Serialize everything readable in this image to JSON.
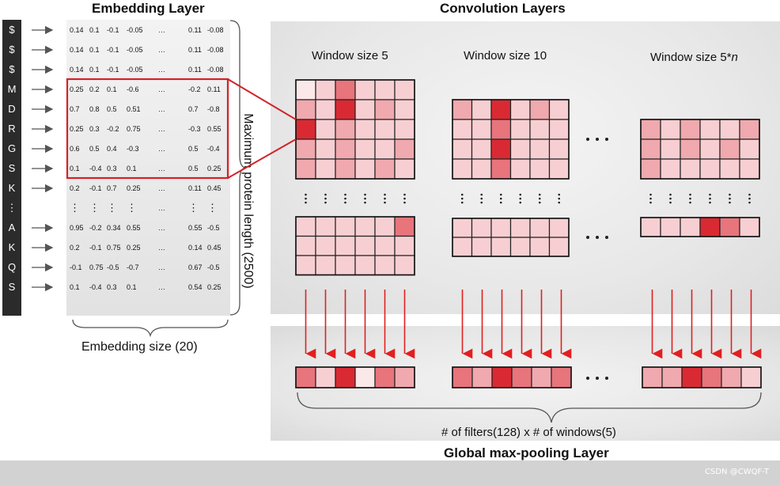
{
  "titles": {
    "embedding": "Embedding Layer",
    "convolution": "Convolution Layers",
    "pooling": "Global max-pooling Layer"
  },
  "tokens": [
    "$",
    "$",
    "$",
    "M",
    "D",
    "R",
    "G",
    "S",
    "K",
    "⋮",
    "A",
    "K",
    "Q",
    "S"
  ],
  "embedding_rows": [
    [
      "0.14",
      "0.1",
      "-0.1",
      "-0.05",
      "…",
      "0.11",
      "-0.08"
    ],
    [
      "0.14",
      "0.1",
      "-0.1",
      "-0.05",
      "…",
      "0.11",
      "-0.08"
    ],
    [
      "0.14",
      "0.1",
      "-0.1",
      "-0.05",
      "…",
      "0.11",
      "-0.08"
    ],
    [
      "0.25",
      "0.2",
      "0.1",
      "-0.6",
      "…",
      "-0.2",
      "0.11"
    ],
    [
      "0.7",
      "0.8",
      "0.5",
      "0.51",
      "…",
      "0.7",
      "-0.8"
    ],
    [
      "0.25",
      "0.3",
      "-0.2",
      "0.75",
      "…",
      "-0.3",
      "0.55"
    ],
    [
      "0.6",
      "0.5",
      "0.4",
      "-0.3",
      "…",
      "0.5",
      "-0.4"
    ],
    [
      "0.1",
      "-0.4",
      "0.3",
      "0.1",
      "…",
      "0.5",
      "0.25"
    ],
    [
      "0.2",
      "-0.1",
      "0.7",
      "0.25",
      "…",
      "0.11",
      "0.45"
    ],
    [
      "⋮",
      "⋮",
      "⋮",
      "⋮",
      "…",
      "⋮",
      "⋮"
    ],
    [
      "0.95",
      "-0.2",
      "0.34",
      "0.55",
      "…",
      "0.55",
      "-0.5"
    ],
    [
      "0.2",
      "-0.1",
      "0.75",
      "0.25",
      "…",
      "0.14",
      "0.45"
    ],
    [
      "-0.1",
      "0.75",
      "-0.5",
      "-0.7",
      "…",
      "0.67",
      "-0.5"
    ],
    [
      "0.1",
      "-0.4",
      "0.3",
      "0.1",
      "…",
      "0.54",
      "0.25"
    ]
  ],
  "labels": {
    "embedding_size": "Embedding size (20)",
    "max_length": "Maximum protein length (2500)",
    "filters": "# of filters(128) x # of windows(5)",
    "window_5": "Window size 5",
    "window_10": "Window size 10",
    "window_5n_prefix": "Window size 5*",
    "window_5n_var": "n",
    "watermark": "CSDN @CWQF-T"
  },
  "colors": {
    "highlight_border": "#d2232a",
    "arrow_red": "#e02020",
    "token_bg": "#2b2b2b",
    "heat": [
      "#fbe9ea",
      "#f7cfd2",
      "#f0a9ae",
      "#e8747c",
      "#d92a33"
    ]
  },
  "heat_levels": {
    "g1_top": [
      [
        0,
        1,
        3,
        1,
        1,
        1
      ],
      [
        2,
        1,
        4,
        1,
        2,
        1
      ],
      [
        4,
        1,
        2,
        1,
        1,
        1
      ],
      [
        2,
        1,
        2,
        1,
        1,
        2
      ],
      [
        2,
        1,
        2,
        1,
        2,
        1
      ]
    ],
    "g1_bottom": [
      [
        1,
        1,
        1,
        1,
        1,
        3
      ],
      [
        1,
        1,
        1,
        1,
        1,
        1
      ],
      [
        1,
        1,
        1,
        1,
        1,
        1
      ]
    ],
    "g2_top": [
      [
        2,
        1,
        4,
        1,
        2,
        1
      ],
      [
        1,
        1,
        3,
        1,
        1,
        1
      ],
      [
        1,
        1,
        4,
        1,
        1,
        1
      ],
      [
        1,
        1,
        3,
        1,
        1,
        1
      ]
    ],
    "g2_bottom": [
      [
        1,
        1,
        1,
        1,
        1,
        1
      ],
      [
        1,
        1,
        1,
        1,
        1,
        1
      ]
    ],
    "g3_top": [
      [
        2,
        1,
        2,
        1,
        1,
        2
      ],
      [
        2,
        1,
        2,
        1,
        2,
        1
      ],
      [
        2,
        1,
        1,
        1,
        1,
        1
      ]
    ],
    "g3_bottom": [
      [
        1,
        1,
        1,
        4,
        3,
        1
      ]
    ],
    "pool_1": [
      3,
      1,
      4,
      0,
      3,
      2
    ],
    "pool_2": [
      3,
      2,
      4,
      3,
      2,
      3
    ],
    "pool_3": [
      2,
      2,
      4,
      3,
      2,
      1
    ]
  }
}
